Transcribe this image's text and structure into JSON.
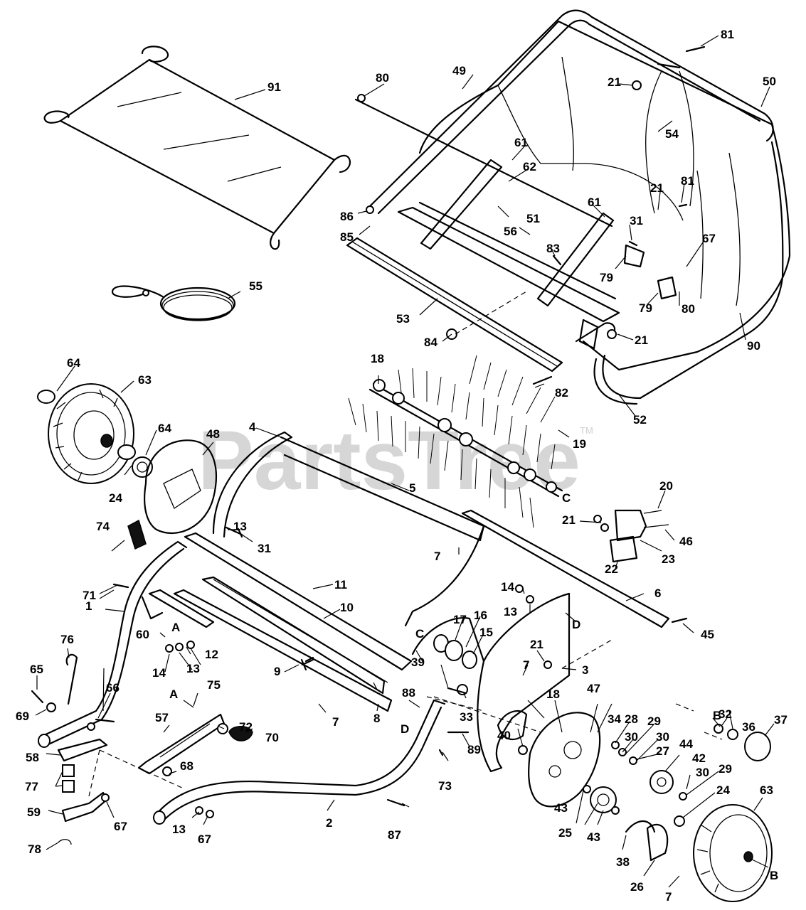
{
  "watermark": {
    "text": "PartsTree",
    "trademark": "TM"
  },
  "diagram": {
    "part_labels": [
      "1",
      "2",
      "3",
      "4",
      "5",
      "6",
      "7",
      "8",
      "9",
      "10",
      "11",
      "12",
      "13",
      "14",
      "15",
      "16",
      "17",
      "18",
      "19",
      "20",
      "21",
      "22",
      "23",
      "24",
      "25",
      "26",
      "27",
      "28",
      "29",
      "30",
      "31",
      "32",
      "33",
      "34",
      "36",
      "37",
      "38",
      "39",
      "40",
      "42",
      "43",
      "44",
      "45",
      "46",
      "47",
      "48",
      "49",
      "50",
      "51",
      "52",
      "53",
      "54",
      "55",
      "56",
      "57",
      "58",
      "59",
      "60",
      "61",
      "62",
      "63",
      "64",
      "65",
      "66",
      "67",
      "68",
      "69",
      "70",
      "71",
      "72",
      "73",
      "74",
      "75",
      "76",
      "77",
      "78",
      "79",
      "80",
      "81",
      "82",
      "83",
      "84",
      "85",
      "86",
      "87",
      "88",
      "89",
      "90",
      "91"
    ],
    "reference_letters": [
      "A",
      "B",
      "C",
      "D"
    ]
  },
  "callouts": [
    {
      "id": "c1",
      "text": "1"
    },
    {
      "id": "c2",
      "text": "2"
    },
    {
      "id": "c3",
      "text": "3"
    },
    {
      "id": "c4",
      "text": "4"
    },
    {
      "id": "c5",
      "text": "5"
    },
    {
      "id": "c6",
      "text": "6"
    },
    {
      "id": "c7a",
      "text": "7"
    },
    {
      "id": "c7b",
      "text": "7"
    },
    {
      "id": "c7c",
      "text": "7"
    },
    {
      "id": "c7d",
      "text": "7"
    },
    {
      "id": "c8",
      "text": "8"
    },
    {
      "id": "c9",
      "text": "9"
    },
    {
      "id": "c10",
      "text": "10"
    },
    {
      "id": "c11",
      "text": "11"
    },
    {
      "id": "c12",
      "text": "12"
    },
    {
      "id": "c13a",
      "text": "13"
    },
    {
      "id": "c13b",
      "text": "13"
    },
    {
      "id": "c13c",
      "text": "13"
    },
    {
      "id": "c13d",
      "text": "13"
    },
    {
      "id": "c14a",
      "text": "14"
    },
    {
      "id": "c14b",
      "text": "14"
    },
    {
      "id": "c15",
      "text": "15"
    },
    {
      "id": "c16",
      "text": "16"
    },
    {
      "id": "c17",
      "text": "17"
    },
    {
      "id": "c18a",
      "text": "18"
    },
    {
      "id": "c18b",
      "text": "18"
    },
    {
      "id": "c19",
      "text": "19"
    },
    {
      "id": "c20",
      "text": "20"
    },
    {
      "id": "c21a",
      "text": "21"
    },
    {
      "id": "c21b",
      "text": "21"
    },
    {
      "id": "c21c",
      "text": "21"
    },
    {
      "id": "c21d",
      "text": "21"
    },
    {
      "id": "c21e",
      "text": "21"
    },
    {
      "id": "c22",
      "text": "22"
    },
    {
      "id": "c23",
      "text": "23"
    },
    {
      "id": "c24a",
      "text": "24"
    },
    {
      "id": "c24b",
      "text": "24"
    },
    {
      "id": "c25",
      "text": "25"
    },
    {
      "id": "c26",
      "text": "26"
    },
    {
      "id": "c27",
      "text": "27"
    },
    {
      "id": "c28",
      "text": "28"
    },
    {
      "id": "c29a",
      "text": "29"
    },
    {
      "id": "c29b",
      "text": "29"
    },
    {
      "id": "c30a",
      "text": "30"
    },
    {
      "id": "c30b",
      "text": "30"
    },
    {
      "id": "c30c",
      "text": "30"
    },
    {
      "id": "c31a",
      "text": "31"
    },
    {
      "id": "c31b",
      "text": "31"
    },
    {
      "id": "c32",
      "text": "32"
    },
    {
      "id": "c33",
      "text": "33"
    },
    {
      "id": "c34",
      "text": "34"
    },
    {
      "id": "c36",
      "text": "36"
    },
    {
      "id": "c37",
      "text": "37"
    },
    {
      "id": "c38",
      "text": "38"
    },
    {
      "id": "c39",
      "text": "39"
    },
    {
      "id": "c40",
      "text": "40"
    },
    {
      "id": "c42",
      "text": "42"
    },
    {
      "id": "c43a",
      "text": "43"
    },
    {
      "id": "c43b",
      "text": "43"
    },
    {
      "id": "c44",
      "text": "44"
    },
    {
      "id": "c45",
      "text": "45"
    },
    {
      "id": "c46",
      "text": "46"
    },
    {
      "id": "c47",
      "text": "47"
    },
    {
      "id": "c48",
      "text": "48"
    },
    {
      "id": "c49",
      "text": "49"
    },
    {
      "id": "c50",
      "text": "50"
    },
    {
      "id": "c51",
      "text": "51"
    },
    {
      "id": "c52",
      "text": "52"
    },
    {
      "id": "c53",
      "text": "53"
    },
    {
      "id": "c54",
      "text": "54"
    },
    {
      "id": "c55",
      "text": "55"
    },
    {
      "id": "c56",
      "text": "56"
    },
    {
      "id": "c57",
      "text": "57"
    },
    {
      "id": "c58",
      "text": "58"
    },
    {
      "id": "c59",
      "text": "59"
    },
    {
      "id": "c60",
      "text": "60"
    },
    {
      "id": "c61a",
      "text": "61"
    },
    {
      "id": "c61b",
      "text": "61"
    },
    {
      "id": "c62",
      "text": "62"
    },
    {
      "id": "c63a",
      "text": "63"
    },
    {
      "id": "c63b",
      "text": "63"
    },
    {
      "id": "c64a",
      "text": "64"
    },
    {
      "id": "c64b",
      "text": "64"
    },
    {
      "id": "c65",
      "text": "65"
    },
    {
      "id": "c66",
      "text": "66"
    },
    {
      "id": "c67a",
      "text": "67"
    },
    {
      "id": "c67b",
      "text": "67"
    },
    {
      "id": "c67c",
      "text": "67"
    },
    {
      "id": "c68",
      "text": "68"
    },
    {
      "id": "c69",
      "text": "69"
    },
    {
      "id": "c70",
      "text": "70"
    },
    {
      "id": "c71",
      "text": "71"
    },
    {
      "id": "c72",
      "text": "72"
    },
    {
      "id": "c73",
      "text": "73"
    },
    {
      "id": "c74",
      "text": "74"
    },
    {
      "id": "c75",
      "text": "75"
    },
    {
      "id": "c76",
      "text": "76"
    },
    {
      "id": "c77",
      "text": "77"
    },
    {
      "id": "c78",
      "text": "78"
    },
    {
      "id": "c79a",
      "text": "79"
    },
    {
      "id": "c79b",
      "text": "79"
    },
    {
      "id": "c80a",
      "text": "80"
    },
    {
      "id": "c80b",
      "text": "80"
    },
    {
      "id": "c81a",
      "text": "81"
    },
    {
      "id": "c81b",
      "text": "81"
    },
    {
      "id": "c82",
      "text": "82"
    },
    {
      "id": "c83",
      "text": "83"
    },
    {
      "id": "c84",
      "text": "84"
    },
    {
      "id": "c85",
      "text": "85"
    },
    {
      "id": "c86",
      "text": "86"
    },
    {
      "id": "c87",
      "text": "87"
    },
    {
      "id": "c88",
      "text": "88"
    },
    {
      "id": "c89",
      "text": "89"
    },
    {
      "id": "c90",
      "text": "90"
    },
    {
      "id": "c91",
      "text": "91"
    },
    {
      "id": "lA1",
      "text": "A"
    },
    {
      "id": "lA2",
      "text": "A"
    },
    {
      "id": "lB1",
      "text": "B"
    },
    {
      "id": "lB2",
      "text": "B"
    },
    {
      "id": "lC1",
      "text": "C"
    },
    {
      "id": "lC2",
      "text": "C"
    },
    {
      "id": "lD1",
      "text": "D"
    },
    {
      "id": "lD2",
      "text": "D"
    }
  ]
}
